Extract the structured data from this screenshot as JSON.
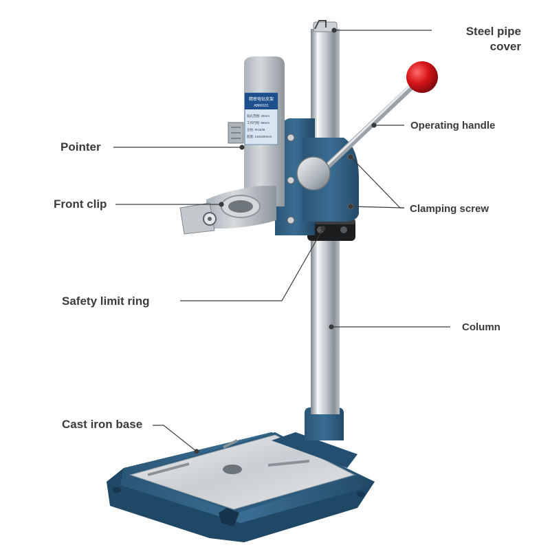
{
  "labels": {
    "steel_pipe_cover_line1": "Steel pipe",
    "steel_pipe_cover_line2": "cover",
    "operating_handle": "Operating handle",
    "pointer": "Pointer",
    "front_clip": "Front clip",
    "clamping_screw": "Clamping screw",
    "safety_limit_ring": "Safety limit ring",
    "column": "Column",
    "cast_iron_base": "Cast iron base"
  },
  "motor_plate": {
    "title": "精密电钻支架",
    "model": "ABR0101",
    "line1": "钻孔范围: 43mm",
    "line2": "工作行程: 58mm",
    "line3": "立柱: Φ14/38",
    "line4": "底座: 210x200mm"
  },
  "colors": {
    "base_blue": "#2f5f84",
    "bracket_silver": "#9ea7ae",
    "column_steel": "#c9ced2",
    "handle_ball": "#d8151b",
    "leader_line": "#3a3a3a"
  }
}
